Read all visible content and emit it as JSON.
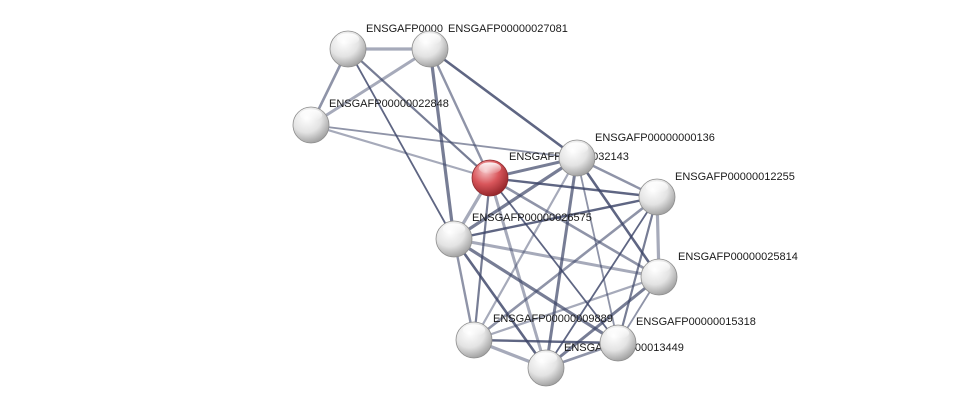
{
  "network": {
    "nodes": [
      {
        "id": "n22848",
        "label": "ENSGAFP00000022848",
        "query": false
      },
      {
        "id": "nA",
        "label": "ENSGAFP0000",
        "query": false
      },
      {
        "id": "n27081",
        "label": "ENSGAFP00000027081",
        "query": false
      },
      {
        "id": "n32143",
        "label": "ENSGAFP00000032143",
        "query": true
      },
      {
        "id": "n00136",
        "label": "ENSGAFP00000000136",
        "query": false
      },
      {
        "id": "n12255",
        "label": "ENSGAFP00000012255",
        "query": false
      },
      {
        "id": "n26575",
        "label": "ENSGAFP00000026575",
        "query": false
      },
      {
        "id": "n25814",
        "label": "ENSGAFP00000025814",
        "query": false
      },
      {
        "id": "n09889",
        "label": "ENSGAFP00000009889",
        "query": false
      },
      {
        "id": "n15318",
        "label": "ENSGAFP00000015318",
        "query": false
      },
      {
        "id": "n13449",
        "label": "ENSGAFP00000013449",
        "query": false
      },
      {
        "id": "nB",
        "label": "",
        "query": false
      }
    ],
    "edges": [
      [
        "nA",
        "n27081"
      ],
      [
        "nA",
        "n22848"
      ],
      [
        "nA",
        "n32143"
      ],
      [
        "nA",
        "n26575"
      ],
      [
        "n27081",
        "n22848"
      ],
      [
        "n27081",
        "n32143"
      ],
      [
        "n27081",
        "n26575"
      ],
      [
        "n27081",
        "n00136"
      ],
      [
        "n22848",
        "n32143"
      ],
      [
        "n22848",
        "n00136"
      ],
      [
        "n32143",
        "n00136"
      ],
      [
        "n32143",
        "n12255"
      ],
      [
        "n32143",
        "n26575"
      ],
      [
        "n32143",
        "n25814"
      ],
      [
        "n32143",
        "n09889"
      ],
      [
        "n32143",
        "n15318"
      ],
      [
        "n32143",
        "nB"
      ],
      [
        "n00136",
        "n12255"
      ],
      [
        "n00136",
        "n26575"
      ],
      [
        "n00136",
        "n25814"
      ],
      [
        "n00136",
        "n09889"
      ],
      [
        "n00136",
        "n15318"
      ],
      [
        "n00136",
        "nB"
      ],
      [
        "n12255",
        "n26575"
      ],
      [
        "n12255",
        "n25814"
      ],
      [
        "n12255",
        "n09889"
      ],
      [
        "n12255",
        "n15318"
      ],
      [
        "n12255",
        "nB"
      ],
      [
        "n26575",
        "n25814"
      ],
      [
        "n26575",
        "n09889"
      ],
      [
        "n26575",
        "n15318"
      ],
      [
        "n26575",
        "nB"
      ],
      [
        "n25814",
        "n09889"
      ],
      [
        "n25814",
        "n15318"
      ],
      [
        "n25814",
        "nB"
      ],
      [
        "n09889",
        "n15318"
      ],
      [
        "n09889",
        "nB"
      ],
      [
        "n15318",
        "nB"
      ]
    ],
    "colors": {
      "query_node": "#d9484e",
      "node": "#e6e6e6",
      "edge": "#3a4366"
    }
  }
}
